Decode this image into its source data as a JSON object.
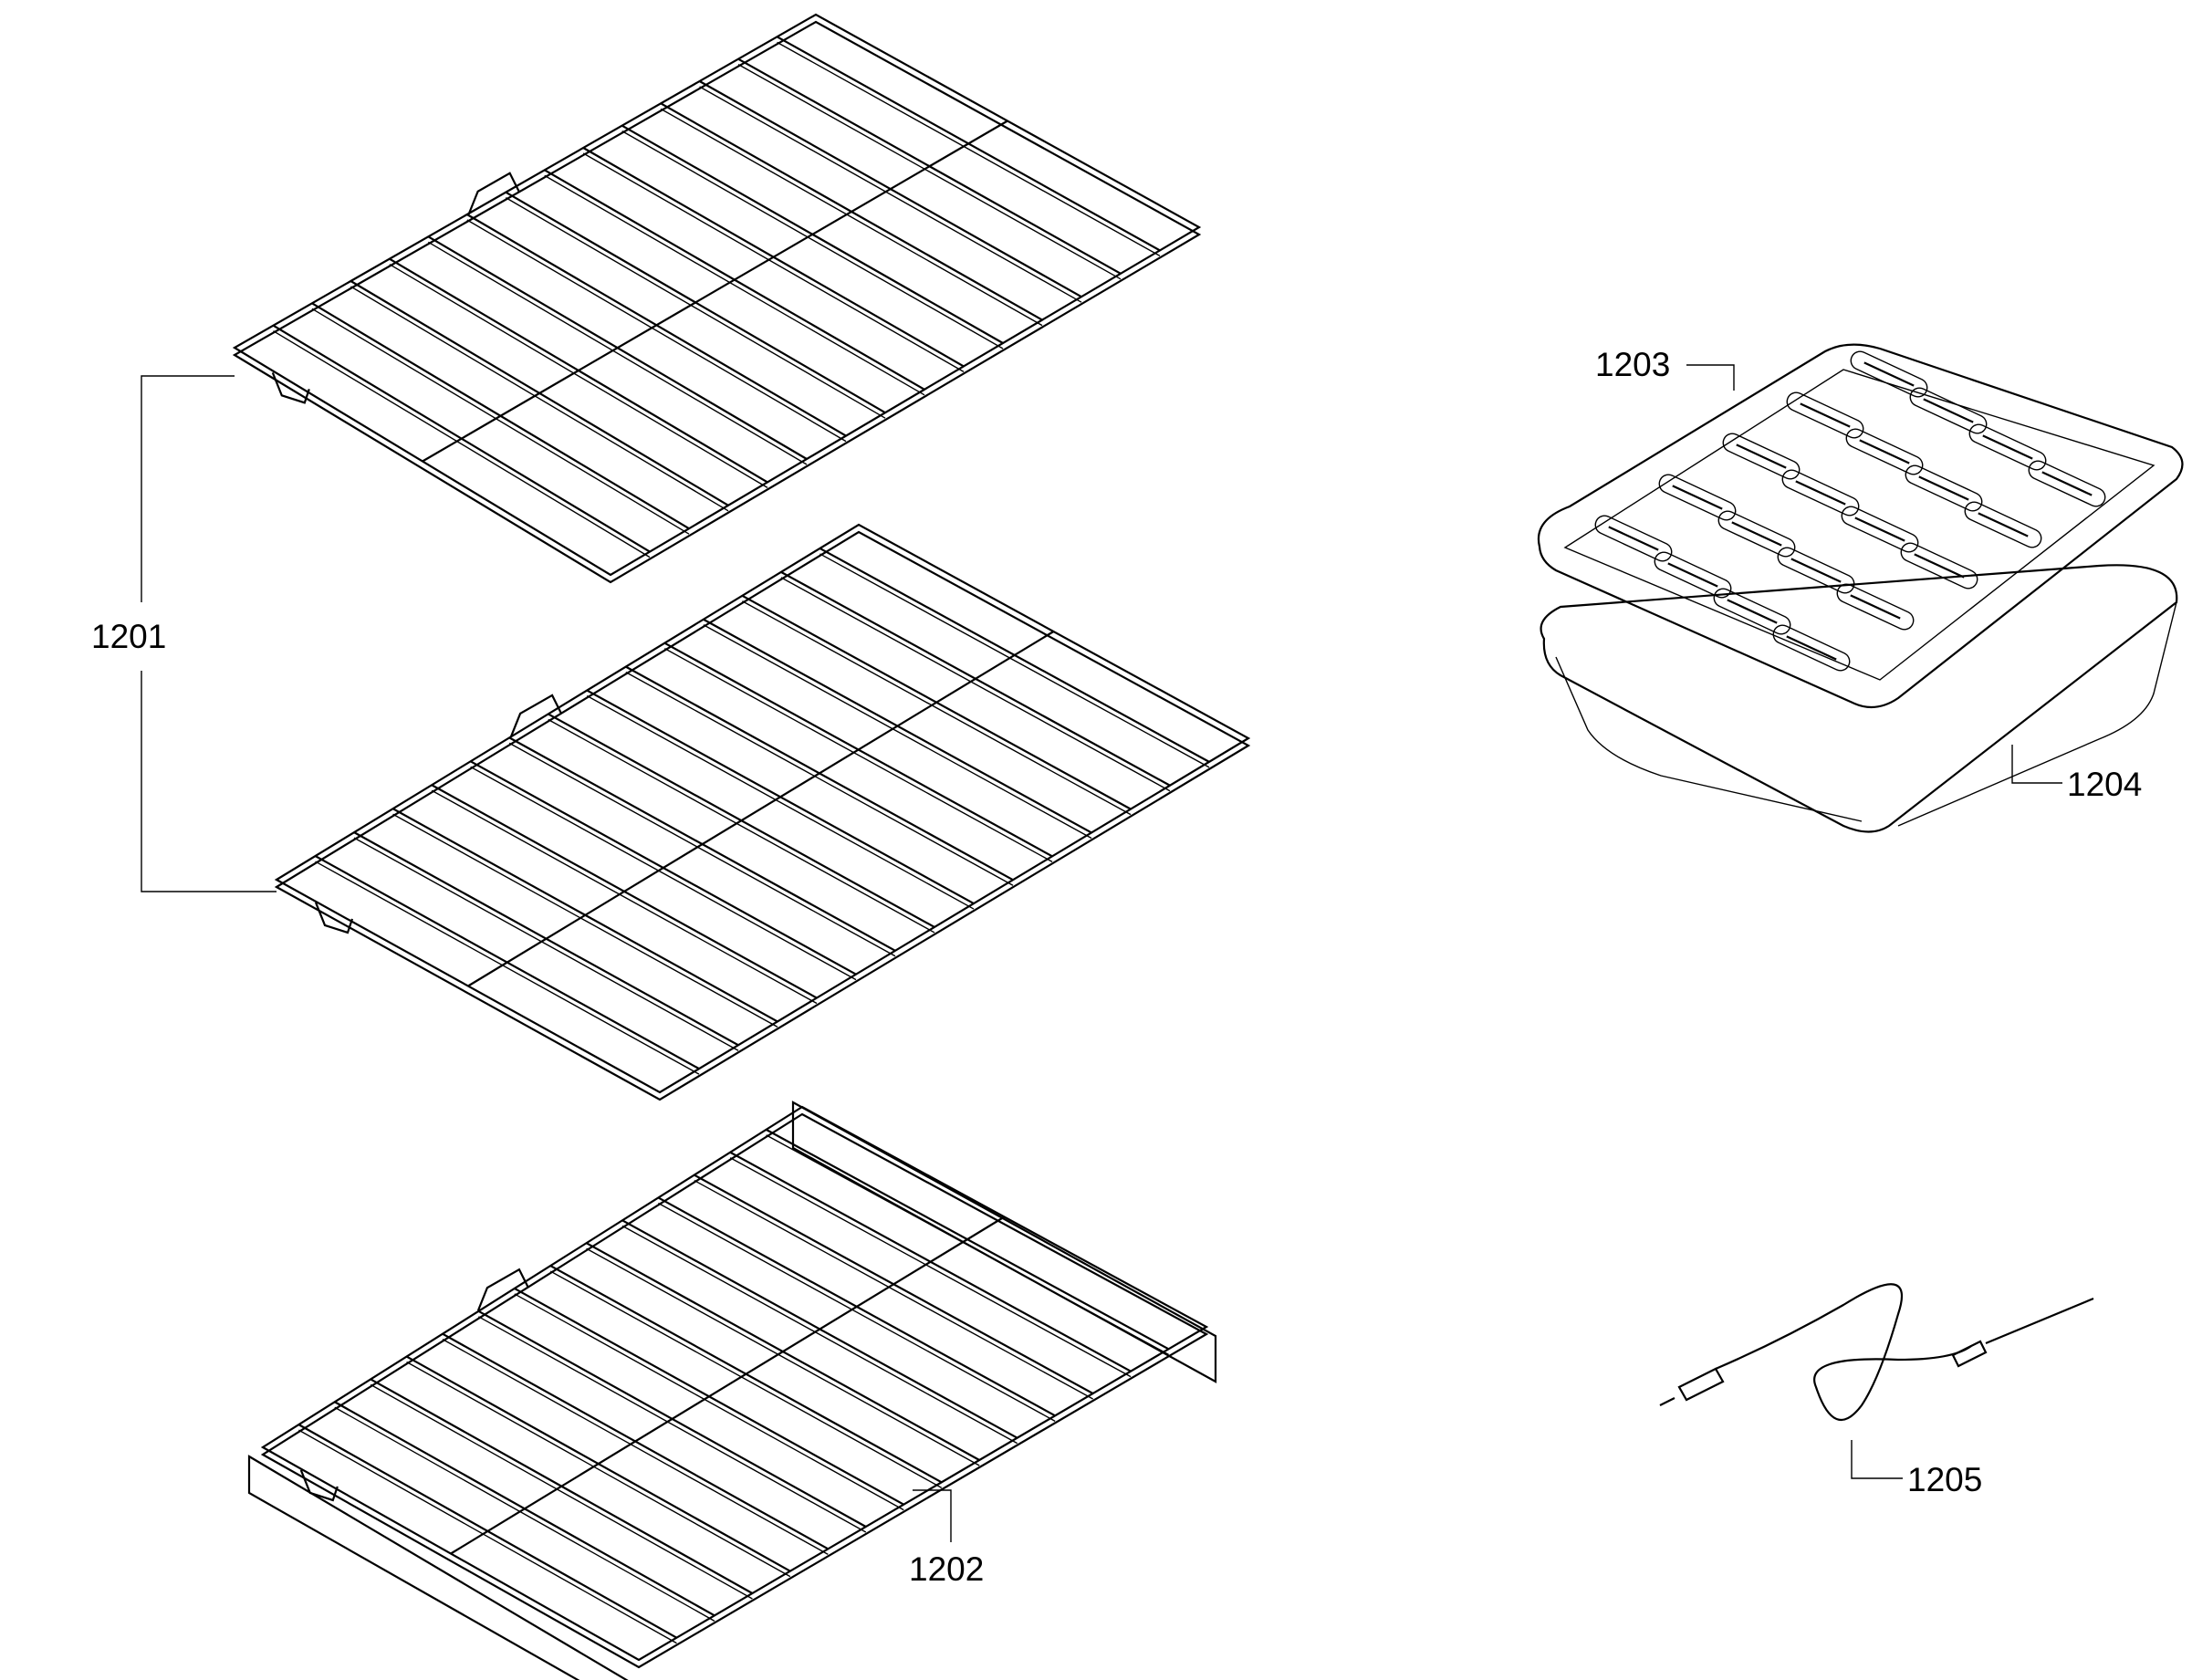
{
  "diagram": {
    "parts": [
      {
        "id": "1201",
        "label": "1201"
      },
      {
        "id": "1202",
        "label": "1202"
      },
      {
        "id": "1203",
        "label": "1203"
      },
      {
        "id": "1204",
        "label": "1204"
      },
      {
        "id": "1205",
        "label": "1205"
      }
    ],
    "line_color": "#000000",
    "background": "#ffffff"
  }
}
